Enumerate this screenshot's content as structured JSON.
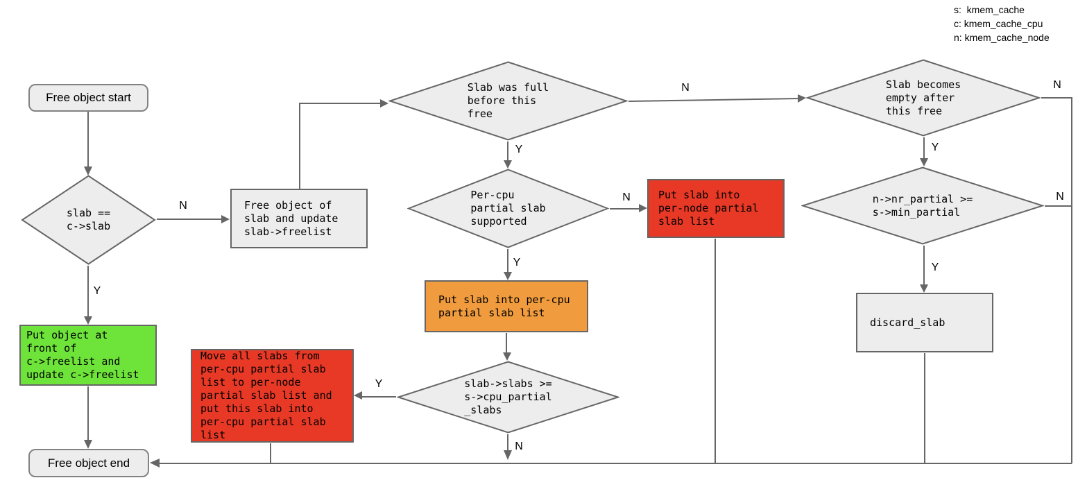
{
  "legend": {
    "lines": [
      "s:  kmem_cache",
      "c: kmem_cache_cpu",
      "n: kmem_cache_node"
    ]
  },
  "nodes": {
    "start": {
      "label": "Free object start"
    },
    "slab_eq": {
      "label": "slab ==\nc->slab"
    },
    "free_update": {
      "label": "Free object of\nslab and update\nslab->freelist"
    },
    "was_full": {
      "label": "Slab was full\nbefore this\nfree"
    },
    "percpu_supported": {
      "label": "Per-cpu\npartial slab\nsupported"
    },
    "put_pernode": {
      "label": "Put slab into\nper-node partial\nslab list"
    },
    "becomes_empty": {
      "label": "Slab becomes\nempty after\nthis free"
    },
    "nr_partial": {
      "label": "n->nr_partial >=\ns->min_partial"
    },
    "discard": {
      "label": "discard_slab"
    },
    "put_percpu": {
      "label": "Put slab into per-cpu\npartial slab list"
    },
    "slabs_ge": {
      "label": "slab->slabs >=\ns->cpu_partial\n_slabs"
    },
    "move_all": {
      "label": "Move all slabs from\nper-cpu partial slab\nlist to per-node\npartial slab list and\nput this slab into\nper-cpu partial slab\nlist"
    },
    "put_front": {
      "label": "Put object at\nfront of\nc->freelist and\nupdate c->freelist"
    },
    "end": {
      "label": "Free object end"
    }
  },
  "edge_labels": {
    "slab_eq_n": "N",
    "slab_eq_y": "Y",
    "was_full_y": "Y",
    "was_full_n": "N",
    "percpu_n": "N",
    "percpu_y": "Y",
    "slabs_ge_y": "Y",
    "slabs_ge_n": "N",
    "becomes_empty_y": "Y",
    "becomes_empty_n": "N",
    "nr_partial_n": "N",
    "nr_partial_y": "Y"
  },
  "colors": {
    "node_fill": "#ededed",
    "stroke": "#666666",
    "red": "#e83926",
    "orange": "#f09c3e",
    "green": "#6ee33a"
  }
}
